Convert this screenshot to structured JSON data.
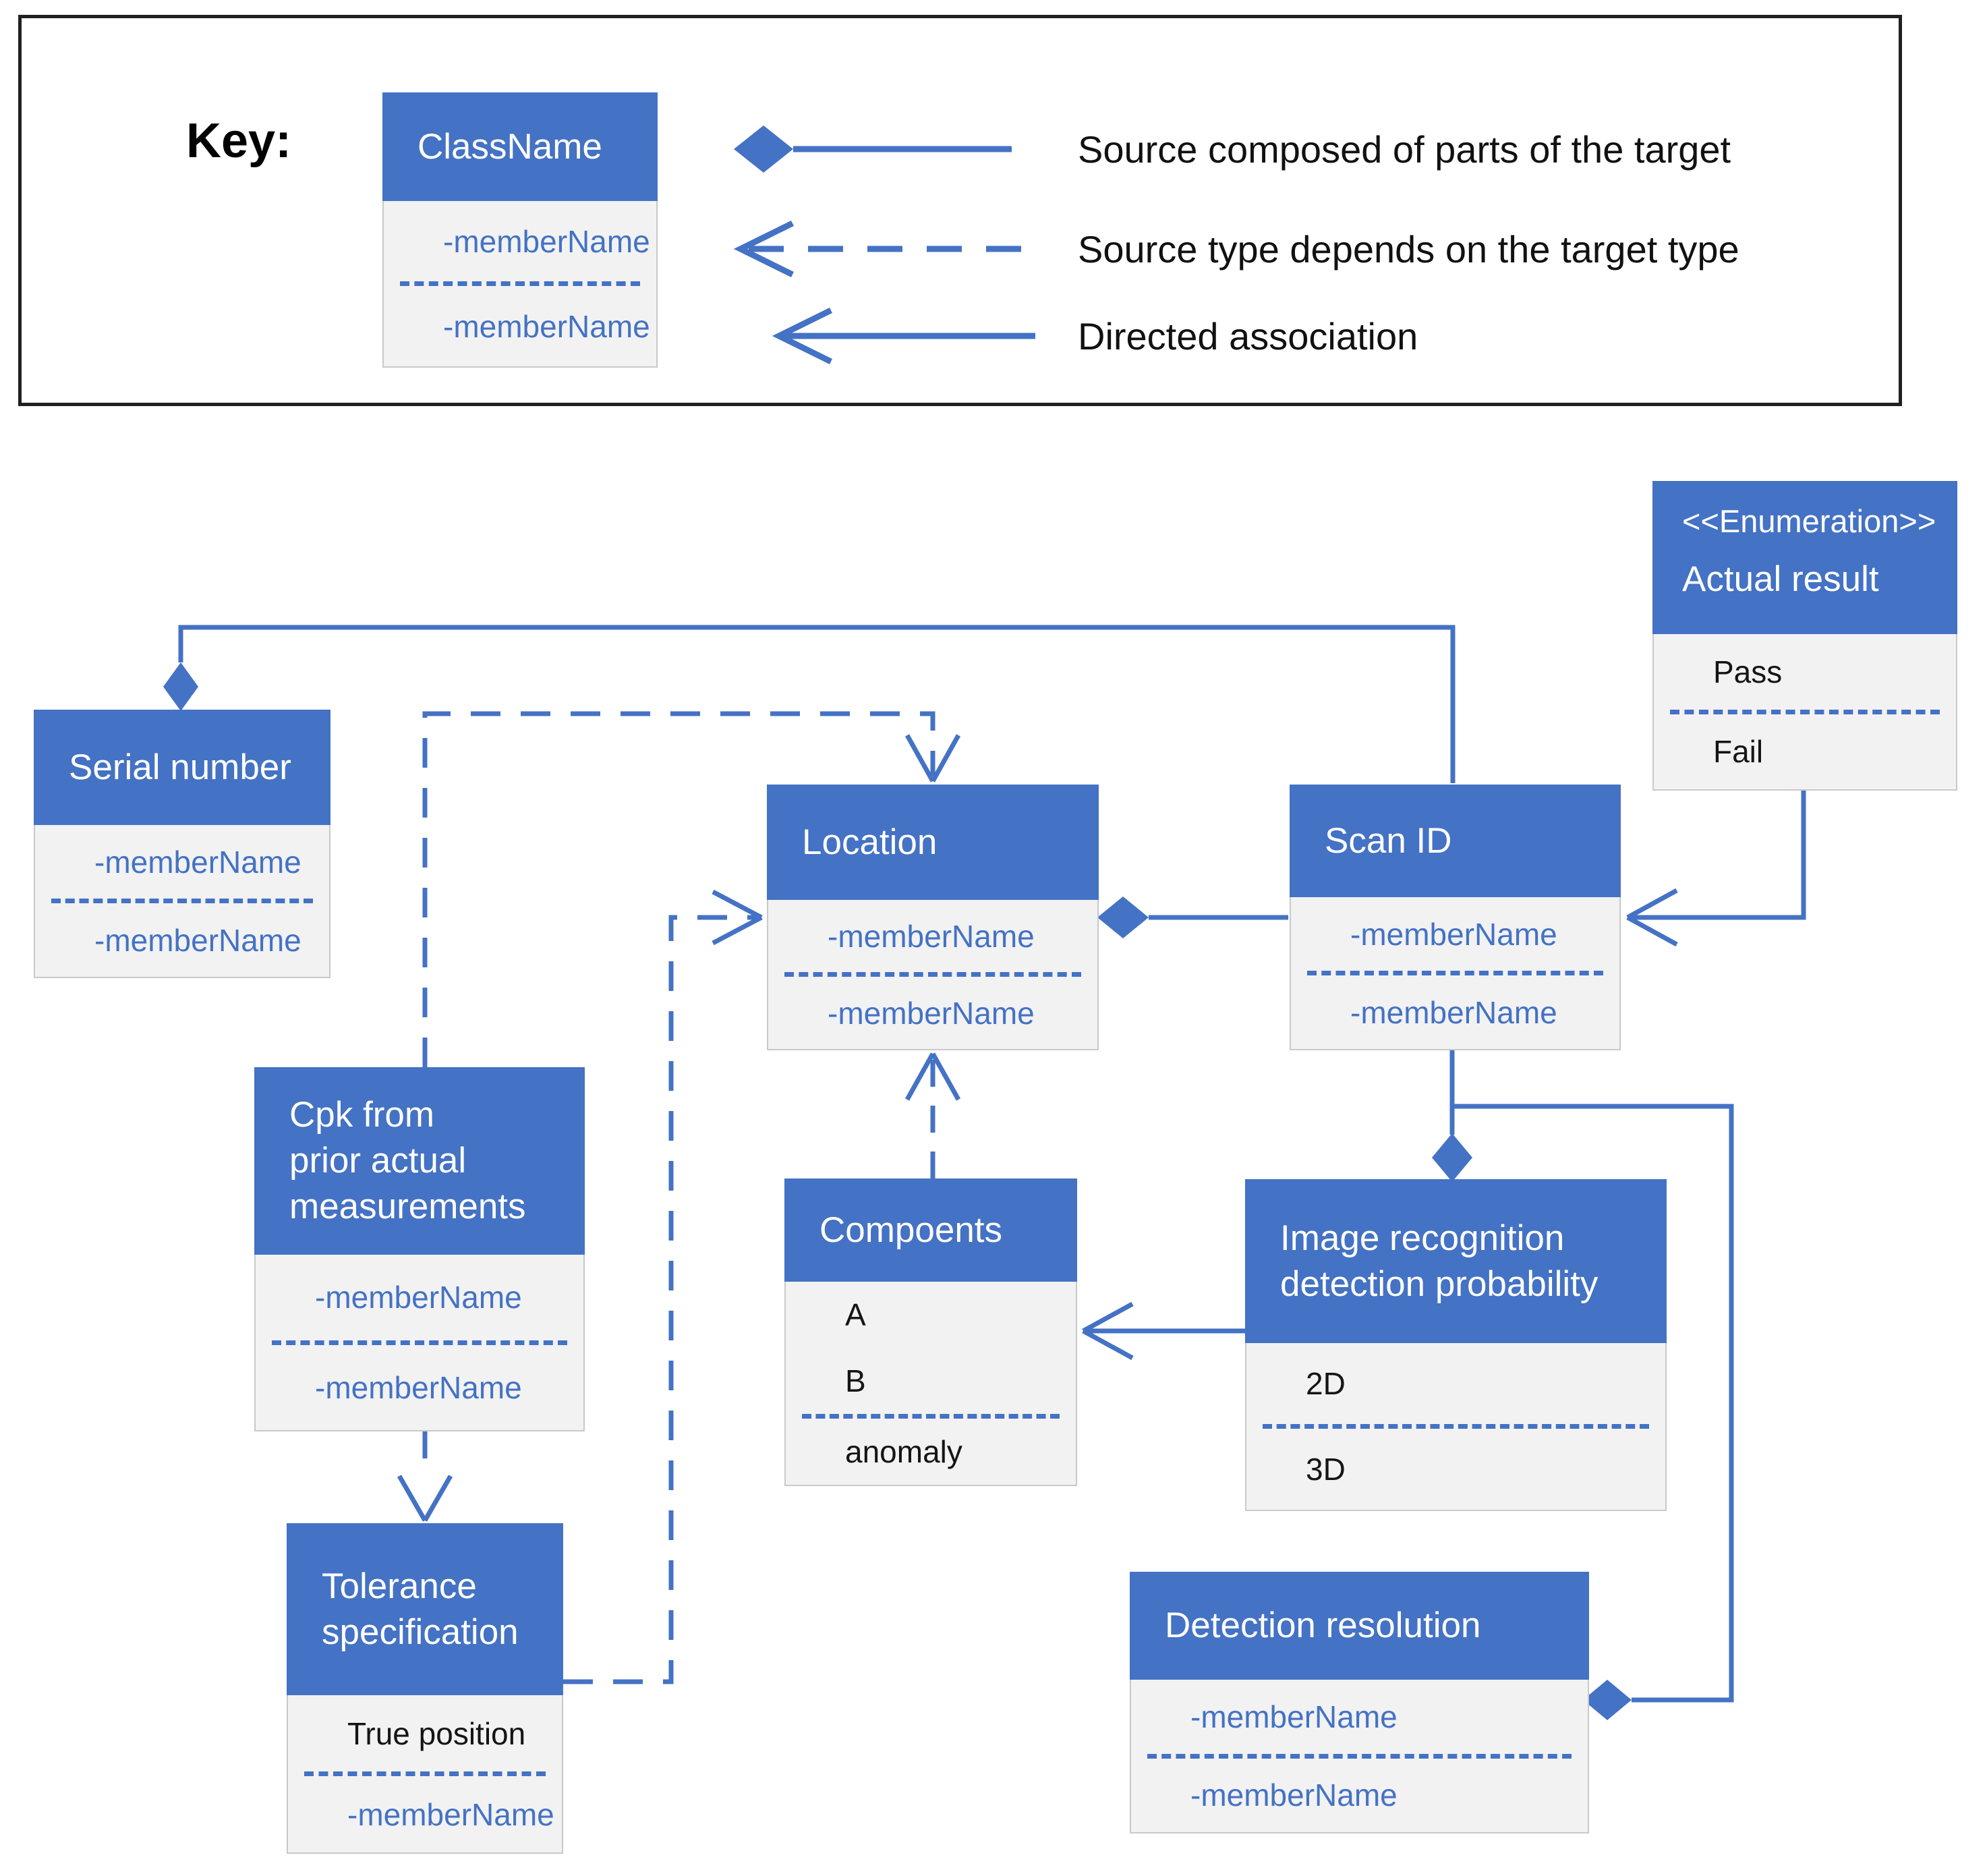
{
  "colors": {
    "accent": "#4472C4",
    "box_body": "#F2F2F2",
    "box_border": "#C9C9C9",
    "key_border": "#202020",
    "member_text_blue": "#4472C4",
    "member_text_dark": "#151515"
  },
  "key": {
    "label": "Key:",
    "class_example": {
      "title": "ClassName",
      "members": [
        "-memberName",
        "-memberName"
      ]
    },
    "legend": [
      {
        "symbol": "composition-diamond-line",
        "label": "Source composed of parts of the target"
      },
      {
        "symbol": "dashed-open-arrow",
        "label": "Source type depends on the target type"
      },
      {
        "symbol": "solid-open-arrow",
        "label": "Directed association"
      }
    ]
  },
  "classes": {
    "serial_number": {
      "title": "Serial number",
      "members": [
        "-memberName",
        "-memberName"
      ]
    },
    "actual_result": {
      "stereotype": "<<Enumeration>>",
      "title": "Actual result",
      "members": [
        "Pass",
        "Fail"
      ]
    },
    "location": {
      "title": "Location",
      "members": [
        "-memberName",
        "-memberName"
      ]
    },
    "scan_id": {
      "title": "Scan ID",
      "members": [
        "-memberName",
        "-memberName"
      ]
    },
    "cpk": {
      "title": "Cpk from\nprior actual\nmeasurements",
      "members": [
        "-memberName",
        "-memberName"
      ]
    },
    "compoents": {
      "title": "Compoents",
      "members": [
        "A",
        "B",
        "anomaly"
      ]
    },
    "image_recognition": {
      "title": "Image recognition\ndetection probability",
      "members": [
        "2D",
        "3D"
      ]
    },
    "tolerance": {
      "title": "Tolerance\nspecification",
      "members": [
        "True position",
        "-memberName"
      ]
    },
    "detection_resolution": {
      "title": "Detection resolution",
      "members": [
        "-memberName",
        "-memberName"
      ]
    }
  },
  "relationships": [
    {
      "type": "composition",
      "source": "Serial number",
      "target": "Scan ID"
    },
    {
      "type": "composition",
      "source": "Location",
      "target": "Scan ID"
    },
    {
      "type": "composition",
      "source": "Image recognition detection probability",
      "target": "Scan ID"
    },
    {
      "type": "composition",
      "source": "Detection resolution",
      "target": "Scan ID"
    },
    {
      "type": "dependency",
      "source": "Cpk from prior actual measurements",
      "target": "Location"
    },
    {
      "type": "dependency",
      "source": "Tolerance specification",
      "target": "Location"
    },
    {
      "type": "dependency",
      "source": "Compoents",
      "target": "Location"
    },
    {
      "type": "dependency",
      "source": "Cpk from prior actual measurements",
      "target": "Tolerance specification"
    },
    {
      "type": "directed-association",
      "source": "Actual result",
      "target": "Scan ID"
    },
    {
      "type": "directed-association",
      "source": "Image recognition detection probability",
      "target": "Compoents"
    }
  ]
}
